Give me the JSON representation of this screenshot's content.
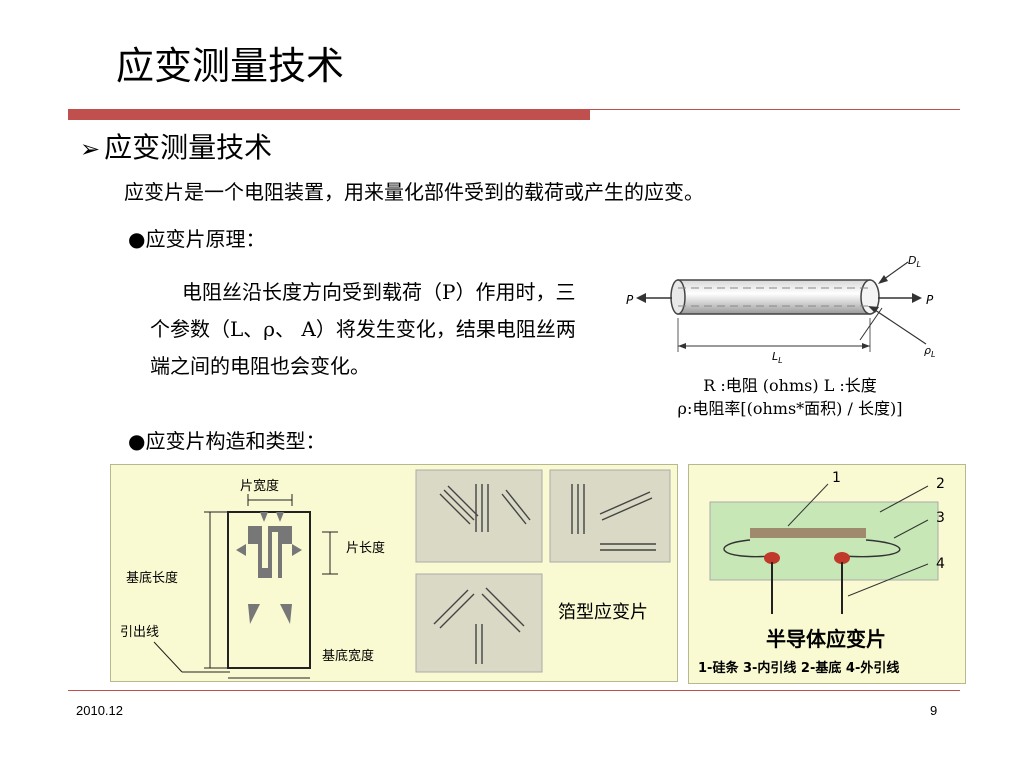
{
  "slide": {
    "title": "应变测量技术",
    "section_heading": "应变测量技术",
    "intro": "应变片是一个电阻装置，用来量化部件受到的载荷或产生的应变。",
    "bullet_principle": "●应变片原理：",
    "principle_text": "电阻丝沿长度方向受到载荷（P）作用时，三个参数（L、ρ、 A）将发生变化，结果电阻丝两端之间的电阻也会变化。",
    "caption_line1": "R :电阻 (ohms)   L :长度",
    "caption_line2": "ρ:电阻率[(ohms*面积) / 长度)]",
    "bullet_structure": "●应变片构造和类型：",
    "footer_date": "2010.12",
    "page_number": "9"
  },
  "wire_diagram": {
    "label_p_left": "P",
    "label_p_right": "P",
    "label_dl": "D",
    "label_dl_sub": "L",
    "label_ll": "L",
    "label_ll_sub": "L",
    "label_rho": "ρ",
    "label_rho_sub": "L"
  },
  "foil_gauge": {
    "label_width": "片宽度",
    "label_length": "片长度",
    "label_base_length": "基底长度",
    "label_lead": "引出线",
    "label_base_width": "基底宽度",
    "type_label": "箔型应变片"
  },
  "semiconductor_gauge": {
    "n1": "1",
    "n2": "2",
    "n3": "3",
    "n4": "4",
    "title": "半导体应变片",
    "legend": "1-硅条 3-内引线 2-基底 4-外引线"
  }
}
